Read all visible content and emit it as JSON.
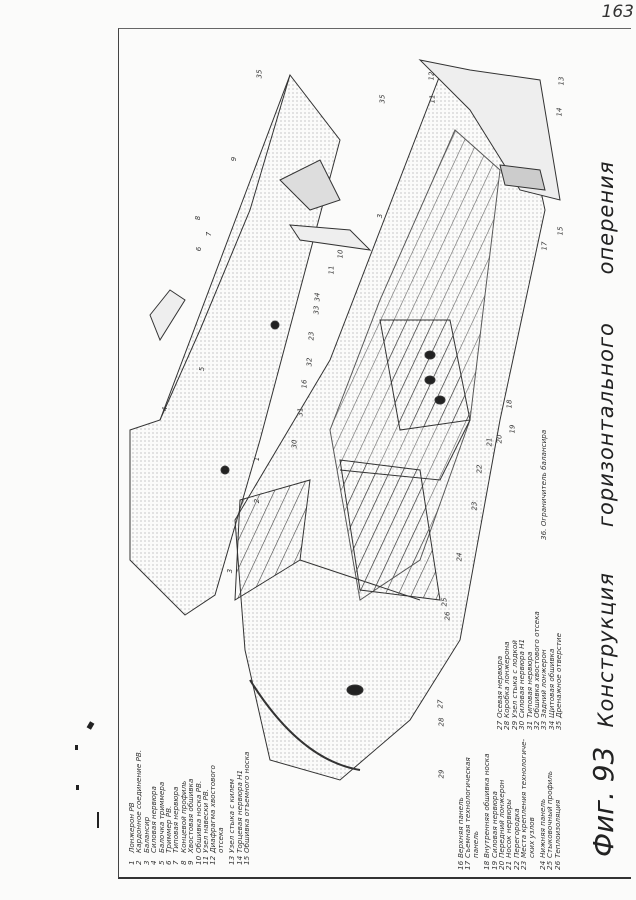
{
  "page_number": "163",
  "caption": {
    "fig": "Фиг. 93",
    "title1": "Конструкция",
    "title2": "горизонтального оперения"
  },
  "note": "36. Ограничитель балансира",
  "legend": [
    {
      "n": "1",
      "t": "Лонжерон РВ"
    },
    {
      "n": "2",
      "t": "Кардонное соединение РВ."
    },
    {
      "n": "3",
      "t": "Балансир"
    },
    {
      "n": "4",
      "t": "Силовая нервюра"
    },
    {
      "n": "5",
      "t": "Балочка триммера"
    },
    {
      "n": "6",
      "t": "Триммер РВ."
    },
    {
      "n": "7",
      "t": "Типовая нервюра"
    },
    {
      "n": "8",
      "t": "Концевой профиль"
    },
    {
      "n": "9",
      "t": "Хвостовая обшивка"
    },
    {
      "n": "10",
      "t": "Обшивка носка РВ."
    },
    {
      "n": "11",
      "t": "Узел навески РВ."
    },
    {
      "n": "12",
      "t": "Диафрагма хвостового",
      "t2": "отсека"
    },
    {
      "n": "13",
      "t": "Узел стыка с килем"
    },
    {
      "n": "14",
      "t": "Торцевая нервюра Н1"
    },
    {
      "n": "15",
      "t": "Обшивка отъемного носка"
    },
    {
      "n": "16",
      "t": "Верхняя панель"
    },
    {
      "n": "17",
      "t": "Съемная технологическая",
      "t2": "панель"
    },
    {
      "n": "18",
      "t": "Внутренняя обшивка носка"
    },
    {
      "n": "19",
      "t": "Силовая нервюра"
    },
    {
      "n": "20",
      "t": "Передний лонжерон"
    },
    {
      "n": "21",
      "t": "Носок нервюры"
    },
    {
      "n": "22",
      "t": "Перегородка"
    },
    {
      "n": "23",
      "t": "Места крепления технологиче-",
      "t2": "ских узлов"
    },
    {
      "n": "24",
      "t": "Нижняя панель"
    },
    {
      "n": "25",
      "t": "Стыковочный профиль"
    },
    {
      "n": "26",
      "t": "Теплоизоляция"
    },
    {
      "n": "27",
      "t": "Осевая нервюра"
    },
    {
      "n": "28",
      "t": "Коробка лонжерона"
    },
    {
      "n": "29",
      "t": "Узел стыка с лодкой"
    },
    {
      "n": "30",
      "t": "Силовая нервюра Н1"
    },
    {
      "n": "31",
      "t": "Типовая нервюра"
    },
    {
      "n": "32",
      "t": "Обшивка хвостового отсека"
    },
    {
      "n": "33",
      "t": "Задний лонжерон"
    },
    {
      "n": "34",
      "t": "Щитовая обшивка"
    },
    {
      "n": "35",
      "t": "Дренажное отверстие"
    }
  ],
  "callouts": [
    "35",
    "9",
    "8",
    "7",
    "6",
    "5",
    "4",
    "1",
    "2",
    "3",
    "30",
    "31",
    "16",
    "32",
    "23",
    "33",
    "34",
    "11",
    "10",
    "3",
    "12",
    "11",
    "13",
    "14",
    "15",
    "17",
    "18",
    "19",
    "20",
    "21",
    "22",
    "23",
    "24",
    "25",
    "26",
    "27",
    "28",
    "29",
    "35"
  ]
}
